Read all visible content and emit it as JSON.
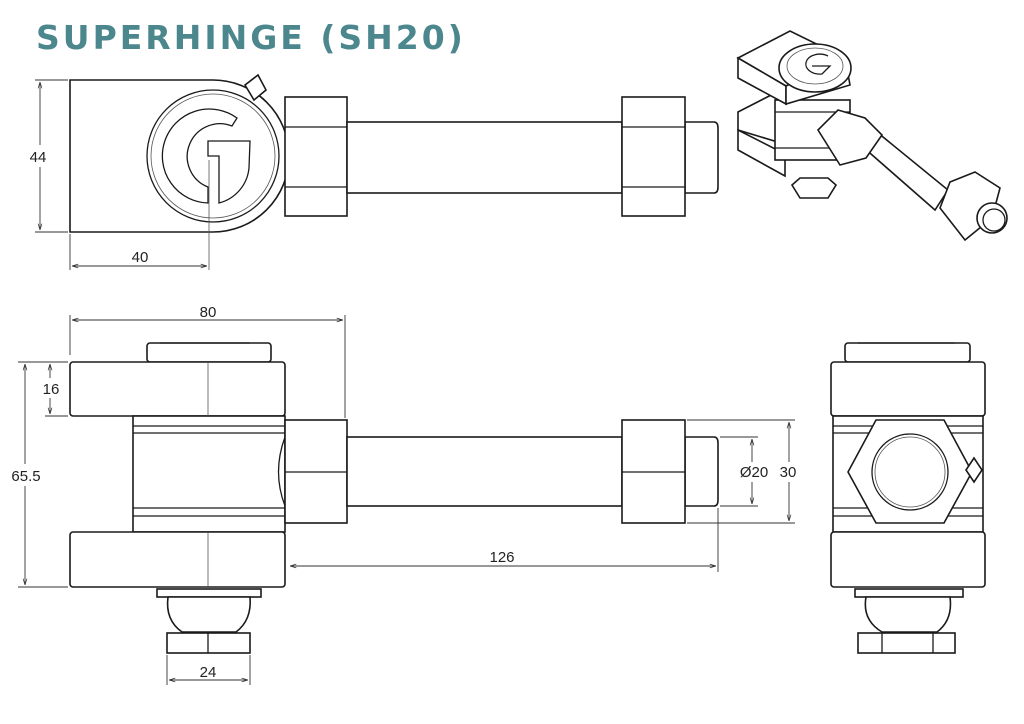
{
  "title": "SUPERHINGE (SH20)",
  "colors": {
    "title": "#4b878c",
    "line": "#1a1a1a"
  },
  "dimensions": {
    "top_height": "44",
    "top_pivot_offset": "40",
    "overall_width": "80",
    "lug_thickness": "16",
    "overall_height": "65.5",
    "nut_width": "24",
    "pin_length": "126",
    "pin_diameter": "Ø20",
    "nut_height": "30"
  }
}
